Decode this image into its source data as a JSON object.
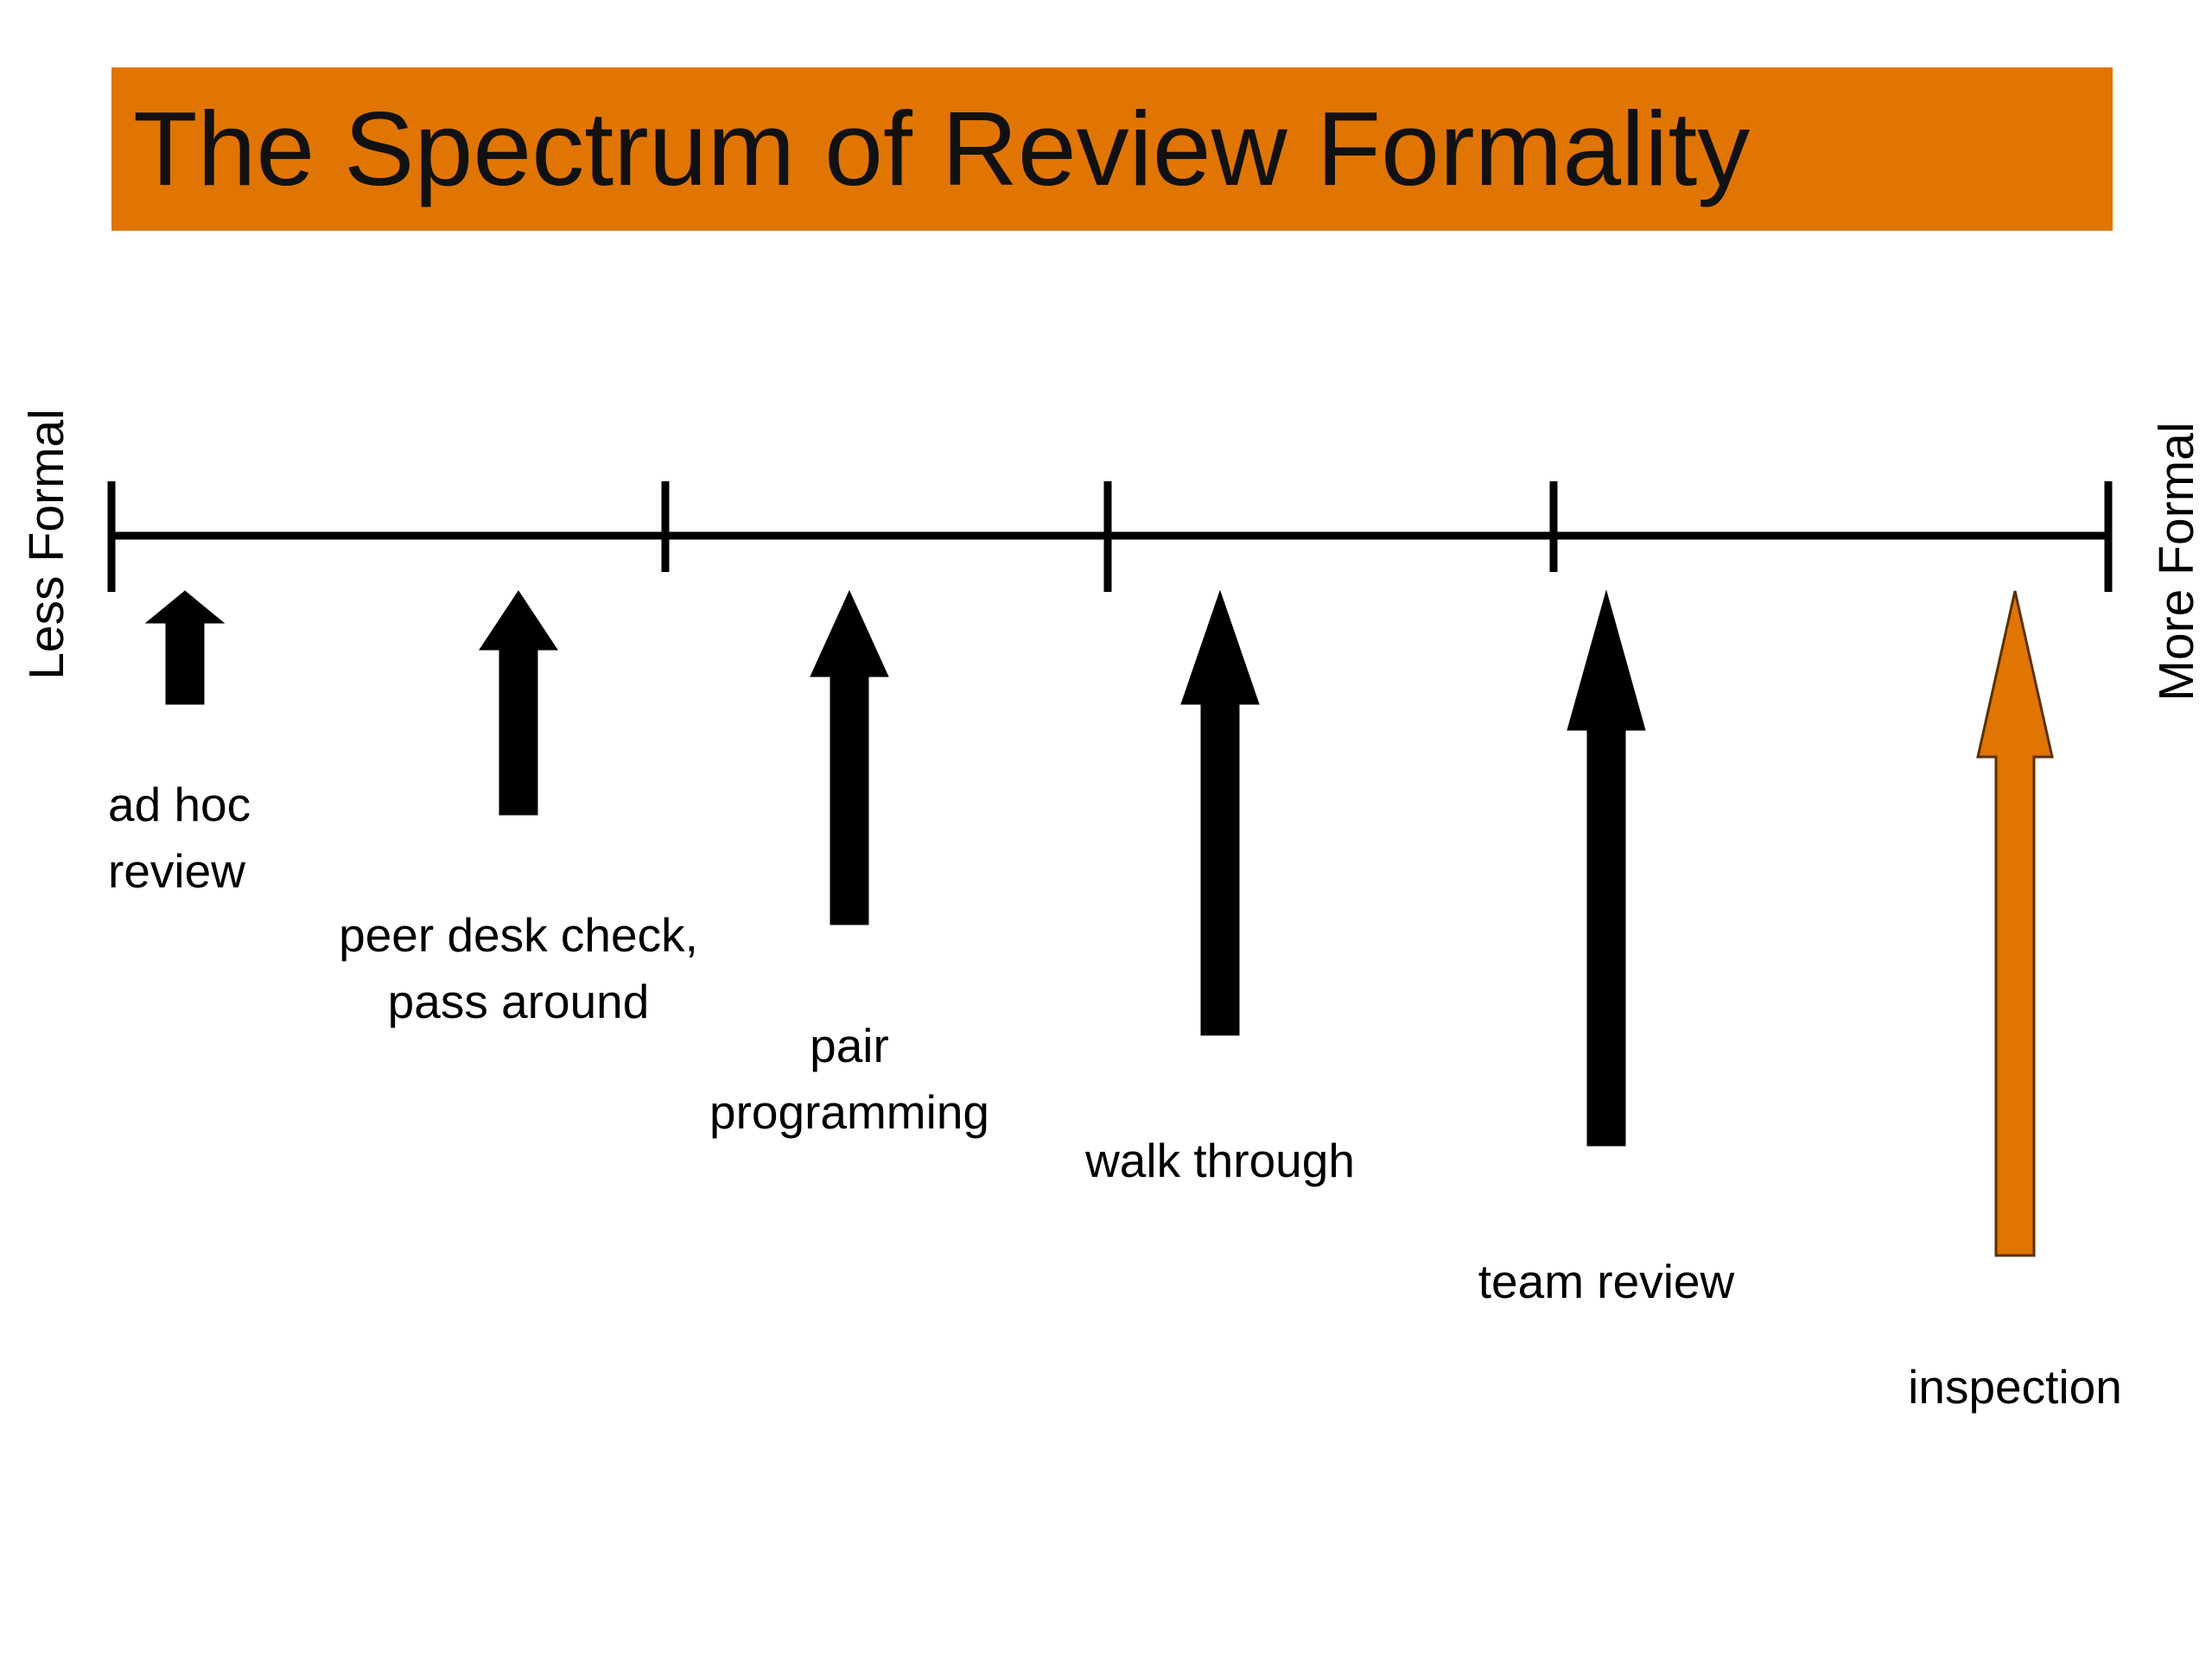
{
  "title": "The Spectrum of Review Formality",
  "axis": {
    "left_label": "Less Formal",
    "right_label": "More Formal"
  },
  "colors": {
    "banner": "#e07504",
    "arrow_default": "#000000",
    "arrow_highlight": "#e07504",
    "axis_line": "#000000"
  },
  "review_types": [
    {
      "label": "ad hoc\nreview",
      "highlight": false
    },
    {
      "label": "peer desk check,\npass around",
      "highlight": false
    },
    {
      "label": "pair\nprogramming",
      "highlight": false
    },
    {
      "label": "walk through",
      "highlight": false
    },
    {
      "label": "team review",
      "highlight": false
    },
    {
      "label": "inspection",
      "highlight": true
    }
  ]
}
